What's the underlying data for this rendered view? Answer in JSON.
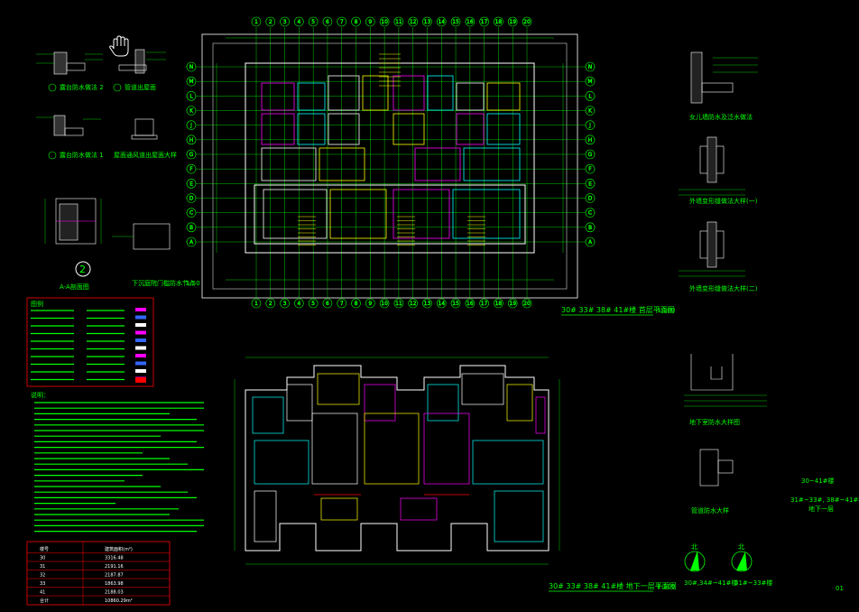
{
  "drawing": {
    "plan1_title": "30# 33# 38# 41#楼  首层平面图",
    "plan1_scale": "1:100",
    "plan2_title": "30# 33# 38# 41#楼  地下一层平面图",
    "plan2_scale": "1:100",
    "sheet_no": "01",
    "top_axes": [
      "1",
      "2",
      "3",
      "4",
      "5",
      "6",
      "7",
      "8",
      "9",
      "10",
      "11",
      "12",
      "13",
      "14",
      "15",
      "16",
      "17",
      "18",
      "19",
      "20"
    ],
    "left_axes": [
      "N",
      "M",
      "L",
      "K",
      "J",
      "H",
      "G",
      "F",
      "E",
      "D",
      "C",
      "B",
      "A"
    ],
    "right_axes": [
      "N",
      "M",
      "L",
      "K",
      "J",
      "H",
      "G",
      "F",
      "E",
      "D",
      "C",
      "B",
      "A"
    ],
    "detail_labels": {
      "d1": "露台防水做法 2",
      "d2": "管道出屋面",
      "d3": "露台防水做法 1",
      "d4": "屋面通风道出屋面大样",
      "d5": "A-A剖面图",
      "d6": "下沉庭院门槛防水节点",
      "d6_scale": "1:50",
      "s1": "女儿墙防水及泛水做法",
      "s2": "外墙变形缝做法大样(一)",
      "s3": "外墙变形缝做法大样(二)",
      "s4": "地下室防水大样图",
      "s5": "管道防水大样"
    },
    "north_labels": [
      "30#,34#~41#楼",
      "31#~33#楼"
    ],
    "note_right": [
      "30~41#楼",
      "31#~33#, 38#~41#楼",
      "地下一层"
    ],
    "detail_number": "2",
    "legend_header": "图例",
    "notes_header": "说明：",
    "table_rows": [
      [
        "楼号",
        "建筑面积(m²)"
      ],
      [
        "30",
        "3316.48"
      ],
      [
        "31",
        "2191.16"
      ],
      [
        "32",
        "2187.87"
      ],
      [
        "33",
        "1863.98"
      ],
      [
        "41",
        "2188.03"
      ],
      [
        "合计",
        "10860.29m²"
      ]
    ]
  },
  "colors": {
    "background": "#000000",
    "grid": "#00ff00",
    "wall": "#ffffff",
    "accent_magenta": "#ff00ff",
    "accent_cyan": "#00ffff",
    "accent_yellow": "#ffff00",
    "accent_red": "#ff0000",
    "accent_blue": "#3366ff"
  }
}
